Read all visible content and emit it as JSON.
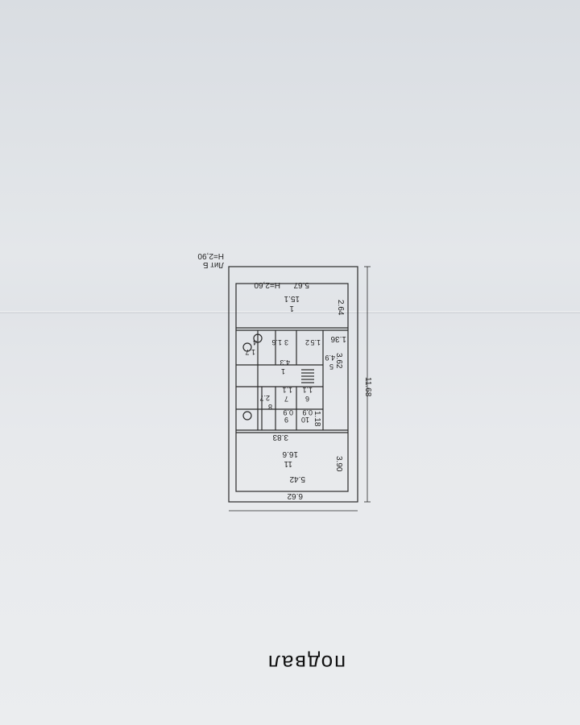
{
  "sheet": {
    "caption": "подвал",
    "liter": "Лит Б",
    "floor_height": "H=2,90",
    "inner_height": "H=2,60",
    "overall_width": "6.62",
    "overall_length": "11.68"
  },
  "rooms": [
    {
      "number": "1",
      "area": "15.1"
    },
    {
      "number": "2",
      "area": "1.5"
    },
    {
      "number": "3",
      "area": "1.6"
    },
    {
      "number": "4",
      "area": "1.7"
    },
    {
      "number": "5",
      "area": "4.9"
    },
    {
      "number": "1",
      "area": "4.3"
    },
    {
      "number": "6",
      "area": "1.1"
    },
    {
      "number": "7",
      "area": "1.1"
    },
    {
      "number": "8",
      "area": "2.7"
    },
    {
      "number": "9",
      "area": "0.9"
    },
    {
      "number": "10",
      "area": "0.9"
    },
    {
      "number": "11",
      "area": "16.6"
    }
  ],
  "dimensions": {
    "top_inner": "5.67",
    "top_depth": "2.64",
    "mid_width": "1.36",
    "mid_depth": "3.62",
    "corridor": "1.18",
    "lower_width": "3.83",
    "bottom_depth": "3.90",
    "bottom_inner": "5.42"
  }
}
